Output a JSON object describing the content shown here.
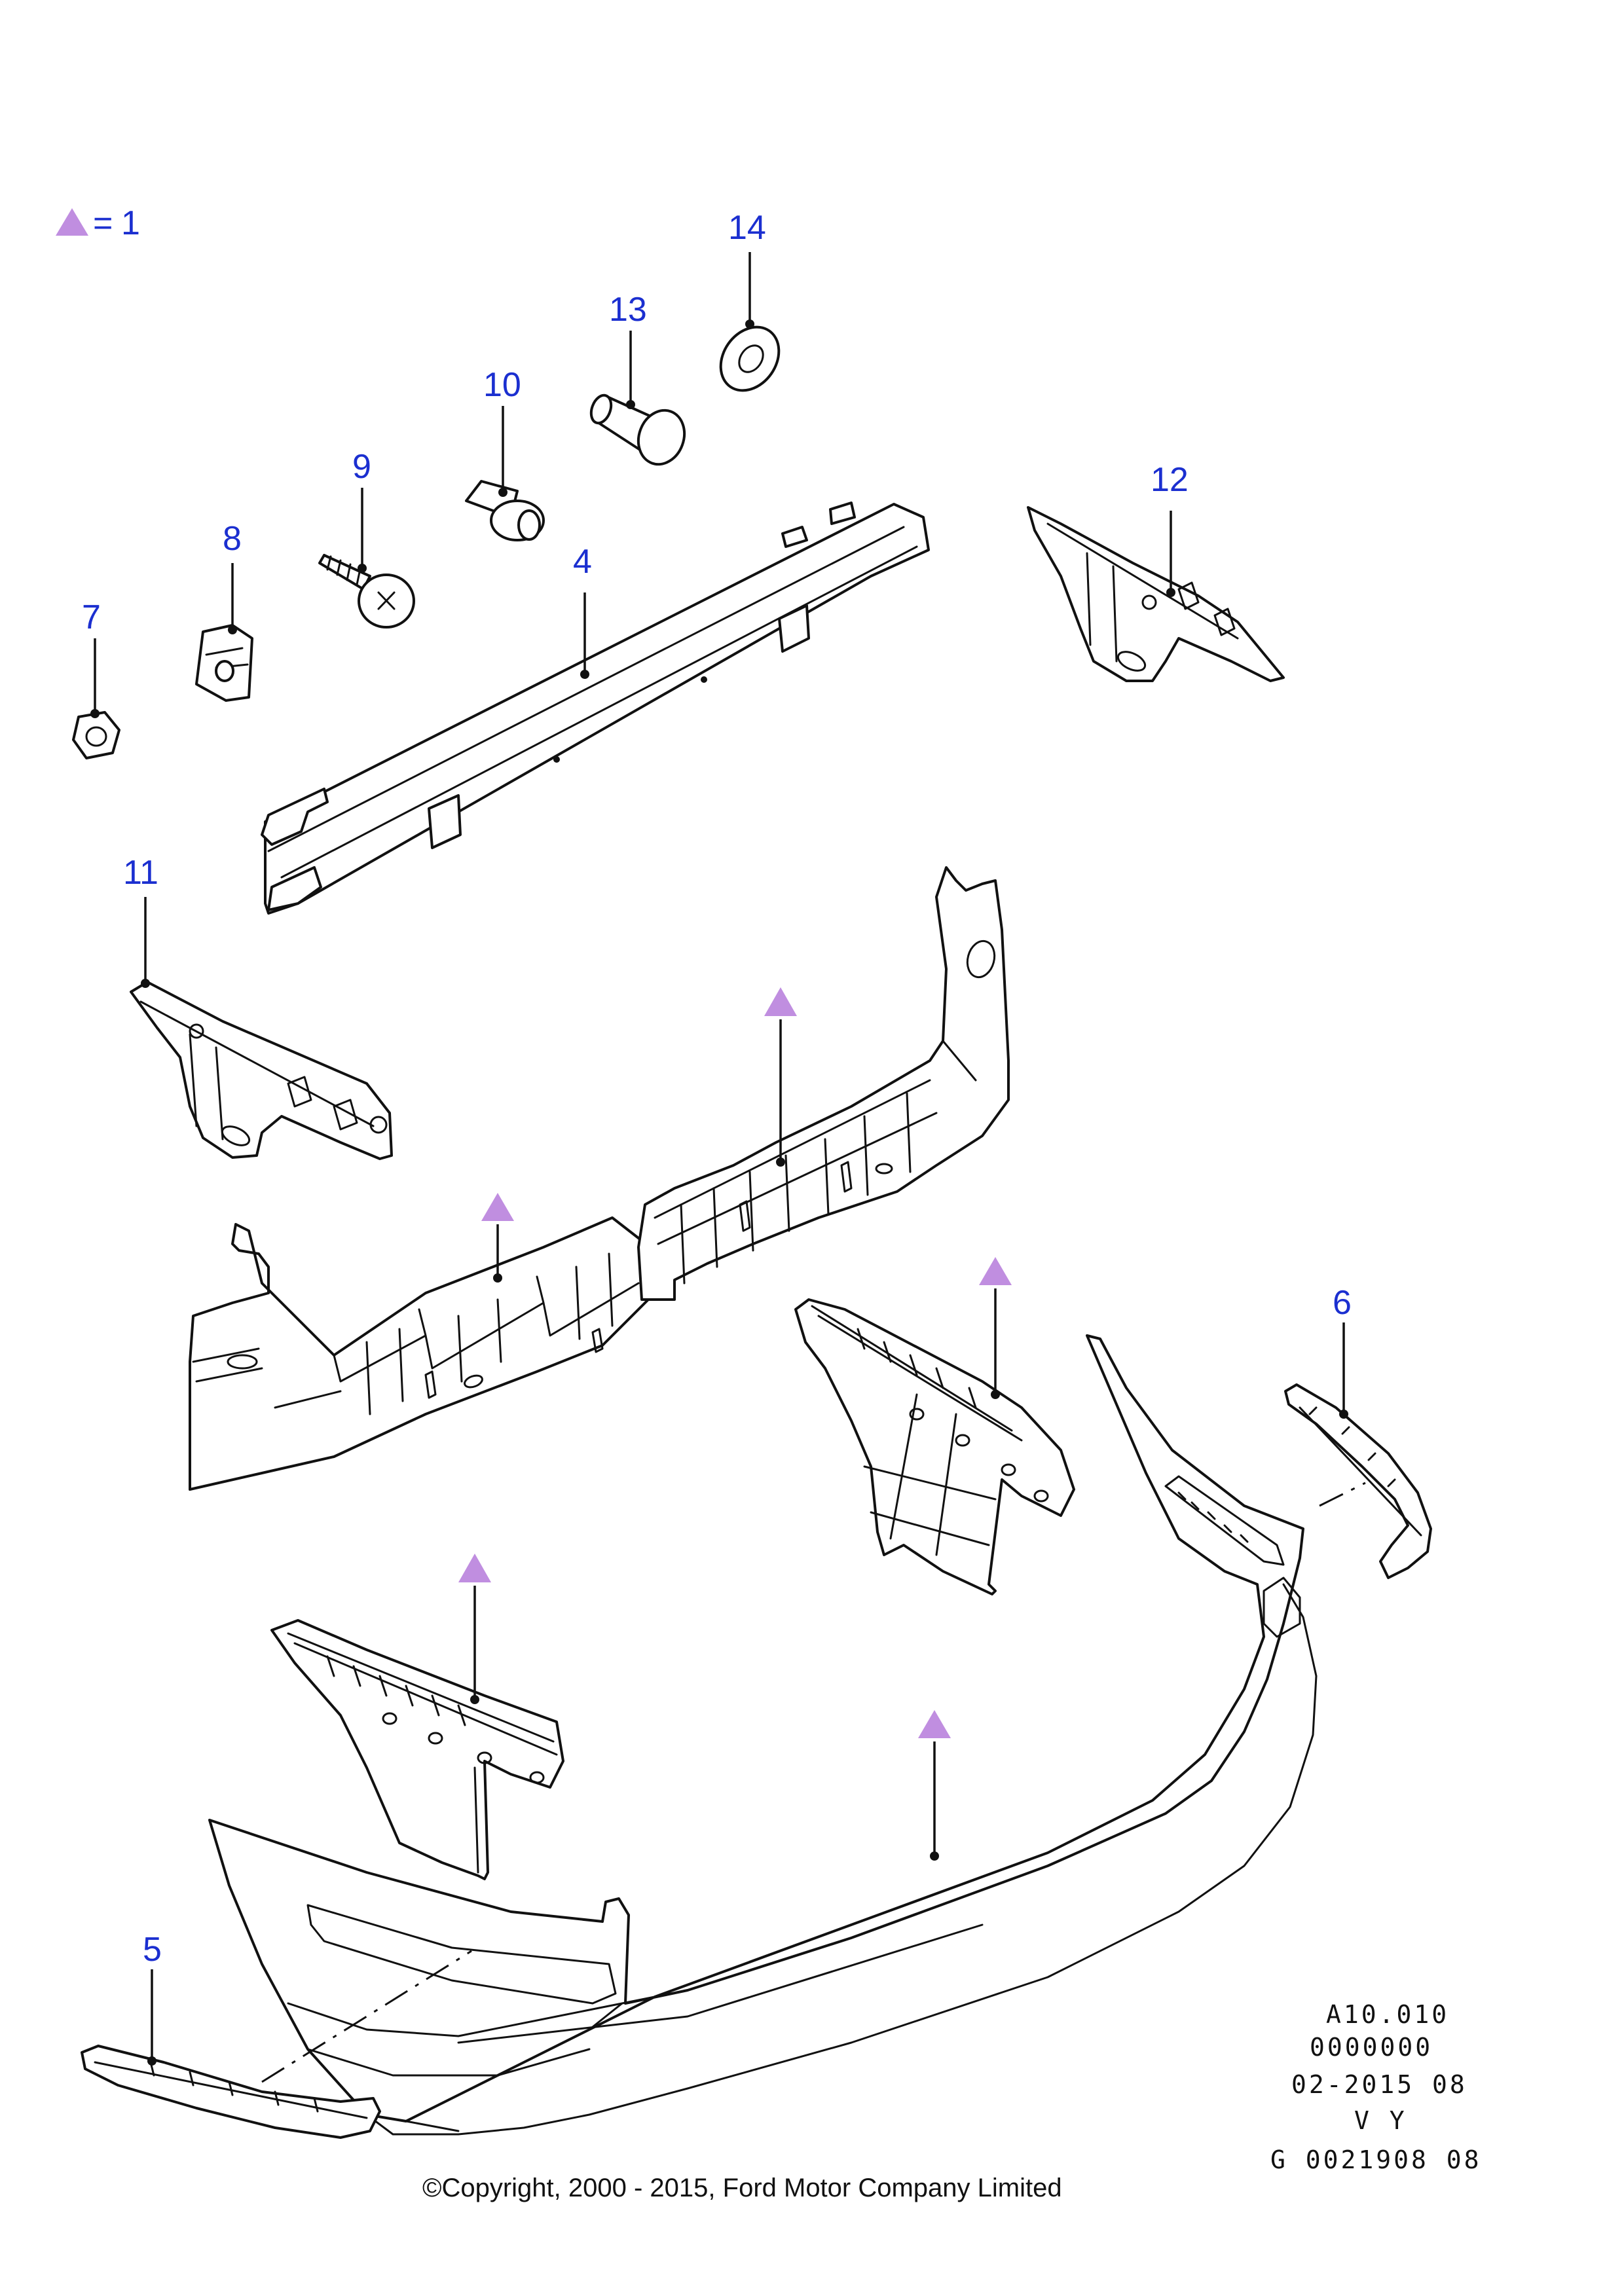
{
  "legend": {
    "symbol_color": "#c08ee0",
    "equals": "=",
    "value": "1"
  },
  "callouts": {
    "c4": "4",
    "c5": "5",
    "c6": "6",
    "c7": "7",
    "c8": "8",
    "c9": "9",
    "c10": "10",
    "c11": "11",
    "c12": "12",
    "c13": "13",
    "c14": "14"
  },
  "reference": {
    "line1": "A10.010",
    "line2": "0000000",
    "line3": "02-2015 08",
    "line4": "V Y",
    "line5": "G 0021908 08"
  },
  "copyright": "©Copyright, 2000 - 2015, Ford Motor Company Limited",
  "colors": {
    "callout": "#1b2fd0",
    "line": "#111111",
    "marker": "#c08ee0"
  }
}
